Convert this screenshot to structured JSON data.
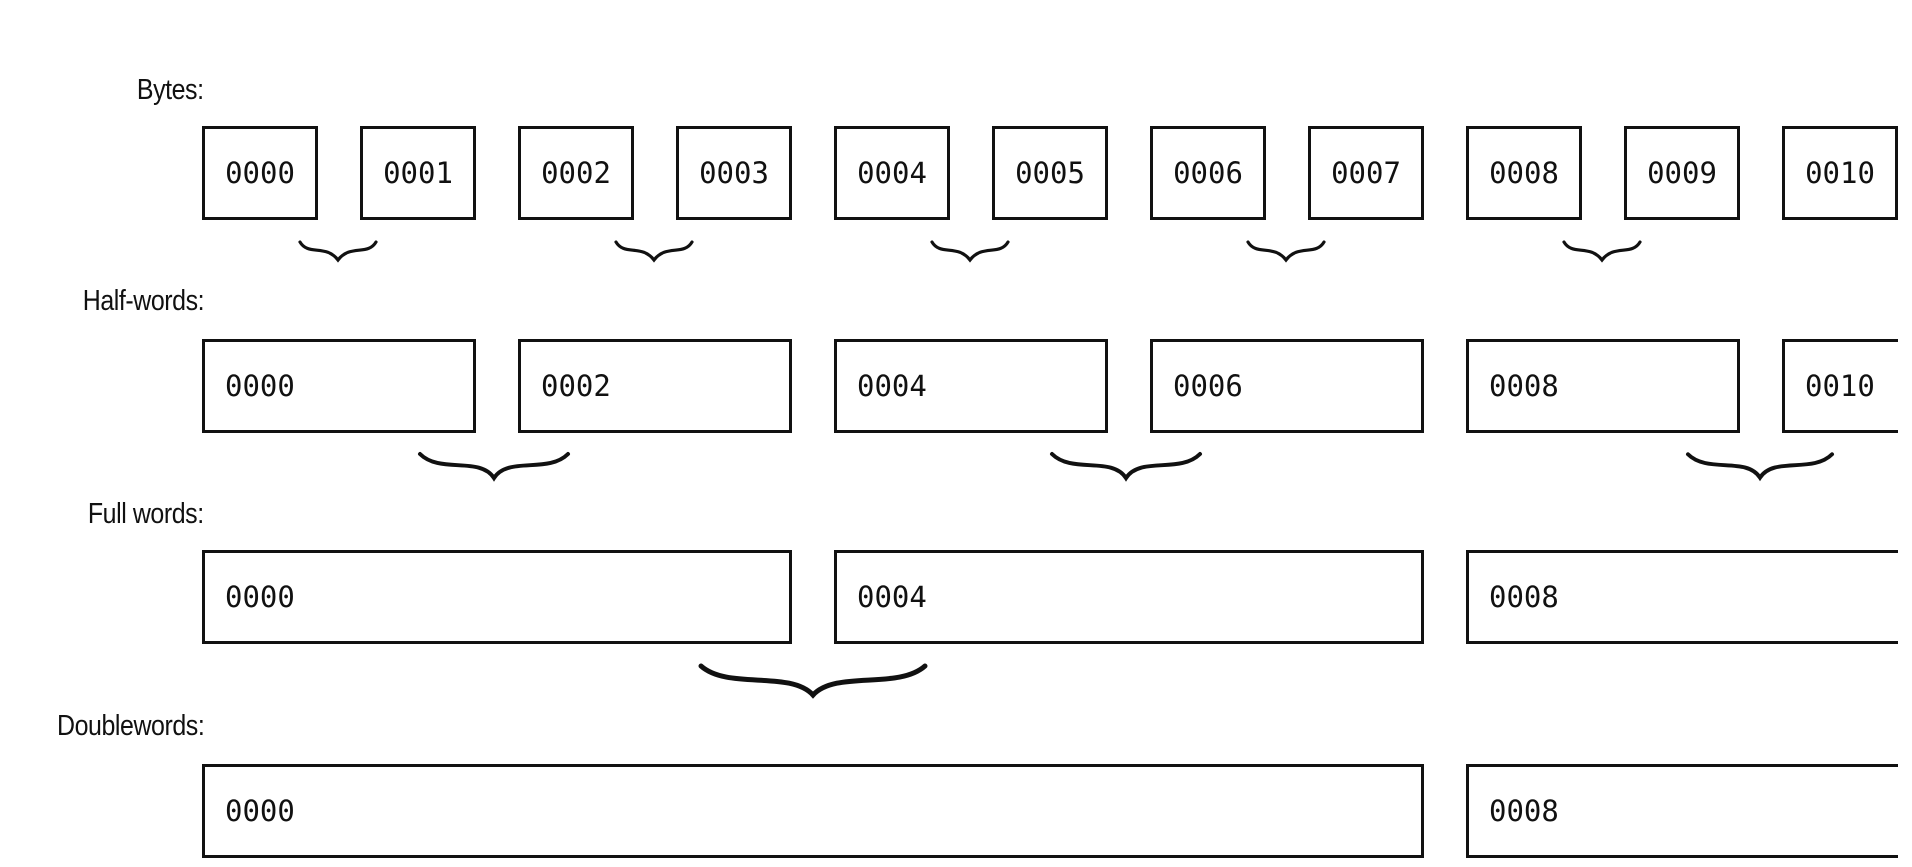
{
  "rows": {
    "bytes": {
      "label": "Bytes:",
      "cells": [
        "0000",
        "0001",
        "0002",
        "0003",
        "0004",
        "0005",
        "0006",
        "0007",
        "0008",
        "0009",
        "0010"
      ]
    },
    "halfwords": {
      "label": "Half-words:",
      "cells": [
        "0000",
        "0002",
        "0004",
        "0006",
        "0008",
        "0010"
      ]
    },
    "fullwords": {
      "label": "Full words:",
      "cells": [
        "0000",
        "0004",
        "0008"
      ]
    },
    "doublewords": {
      "label": "Doublewords:",
      "cells": [
        "0000",
        "0008"
      ]
    }
  },
  "colors": {
    "line": "#111111",
    "background": "#ffffff"
  }
}
